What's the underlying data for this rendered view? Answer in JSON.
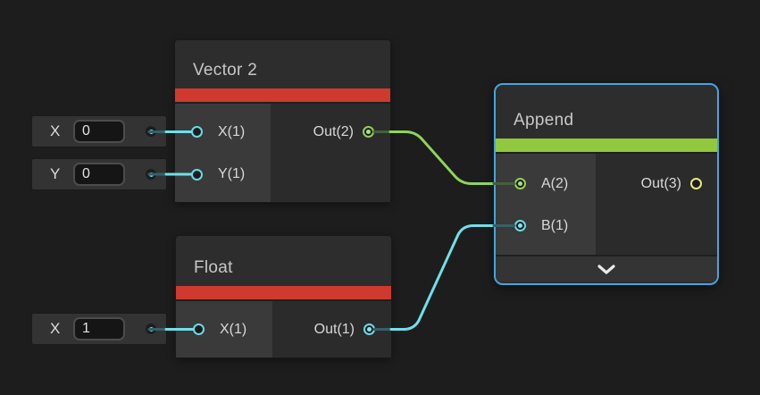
{
  "editor": {
    "background": "#1d1d1d",
    "tool": "shader-graph-node-editor"
  },
  "nodes": [
    {
      "title": "Vector 2",
      "accent_color": "#cf3a2e",
      "selected": false,
      "inputs": [
        {
          "label": "X(1)",
          "port_color": "#67dbe5",
          "connected": false
        },
        {
          "label": "Y(1)",
          "port_color": "#67dbe5",
          "connected": false
        }
      ],
      "outputs": [
        {
          "label": "Out(2)",
          "port_color": "#93d054",
          "connected": true
        }
      ]
    },
    {
      "title": "Float",
      "accent_color": "#cf3a2e",
      "selected": false,
      "inputs": [
        {
          "label": "X(1)",
          "port_color": "#67dbe5",
          "connected": false
        }
      ],
      "outputs": [
        {
          "label": "Out(1)",
          "port_color": "#67dbe5",
          "connected": true
        }
      ]
    },
    {
      "title": "Append",
      "accent_color": "#92c83e",
      "selected": true,
      "collapse_icon": "chevron-down",
      "inputs": [
        {
          "label": "A(2)",
          "port_color": "#93d054",
          "connected": true
        },
        {
          "label": "B(1)",
          "port_color": "#67dbe5",
          "connected": true
        }
      ],
      "outputs": [
        {
          "label": "Out(3)",
          "port_color": "#ece97c",
          "connected": false
        }
      ]
    }
  ],
  "inline_fields": [
    {
      "label": "X",
      "value": "0"
    },
    {
      "label": "Y",
      "value": "0"
    },
    {
      "label": "X",
      "value": "1"
    }
  ],
  "edges": [
    {
      "from": "Vector 2 / Out(2)",
      "to": "Append / A(2)",
      "color": "#8fd45b"
    },
    {
      "from": "Float / Out(1)",
      "to": "Append / B(1)",
      "color": "#6fe0ea"
    }
  ],
  "colors": {
    "selection_border": "#44a6e0",
    "red_type_bar": "#cf3a2e",
    "green_type_bar": "#92c83e",
    "port_cyan": "#67dbe5",
    "port_green": "#93d054",
    "port_yellow": "#ece97c",
    "wire_green": "#8fd45b",
    "wire_cyan": "#6fe0ea"
  }
}
